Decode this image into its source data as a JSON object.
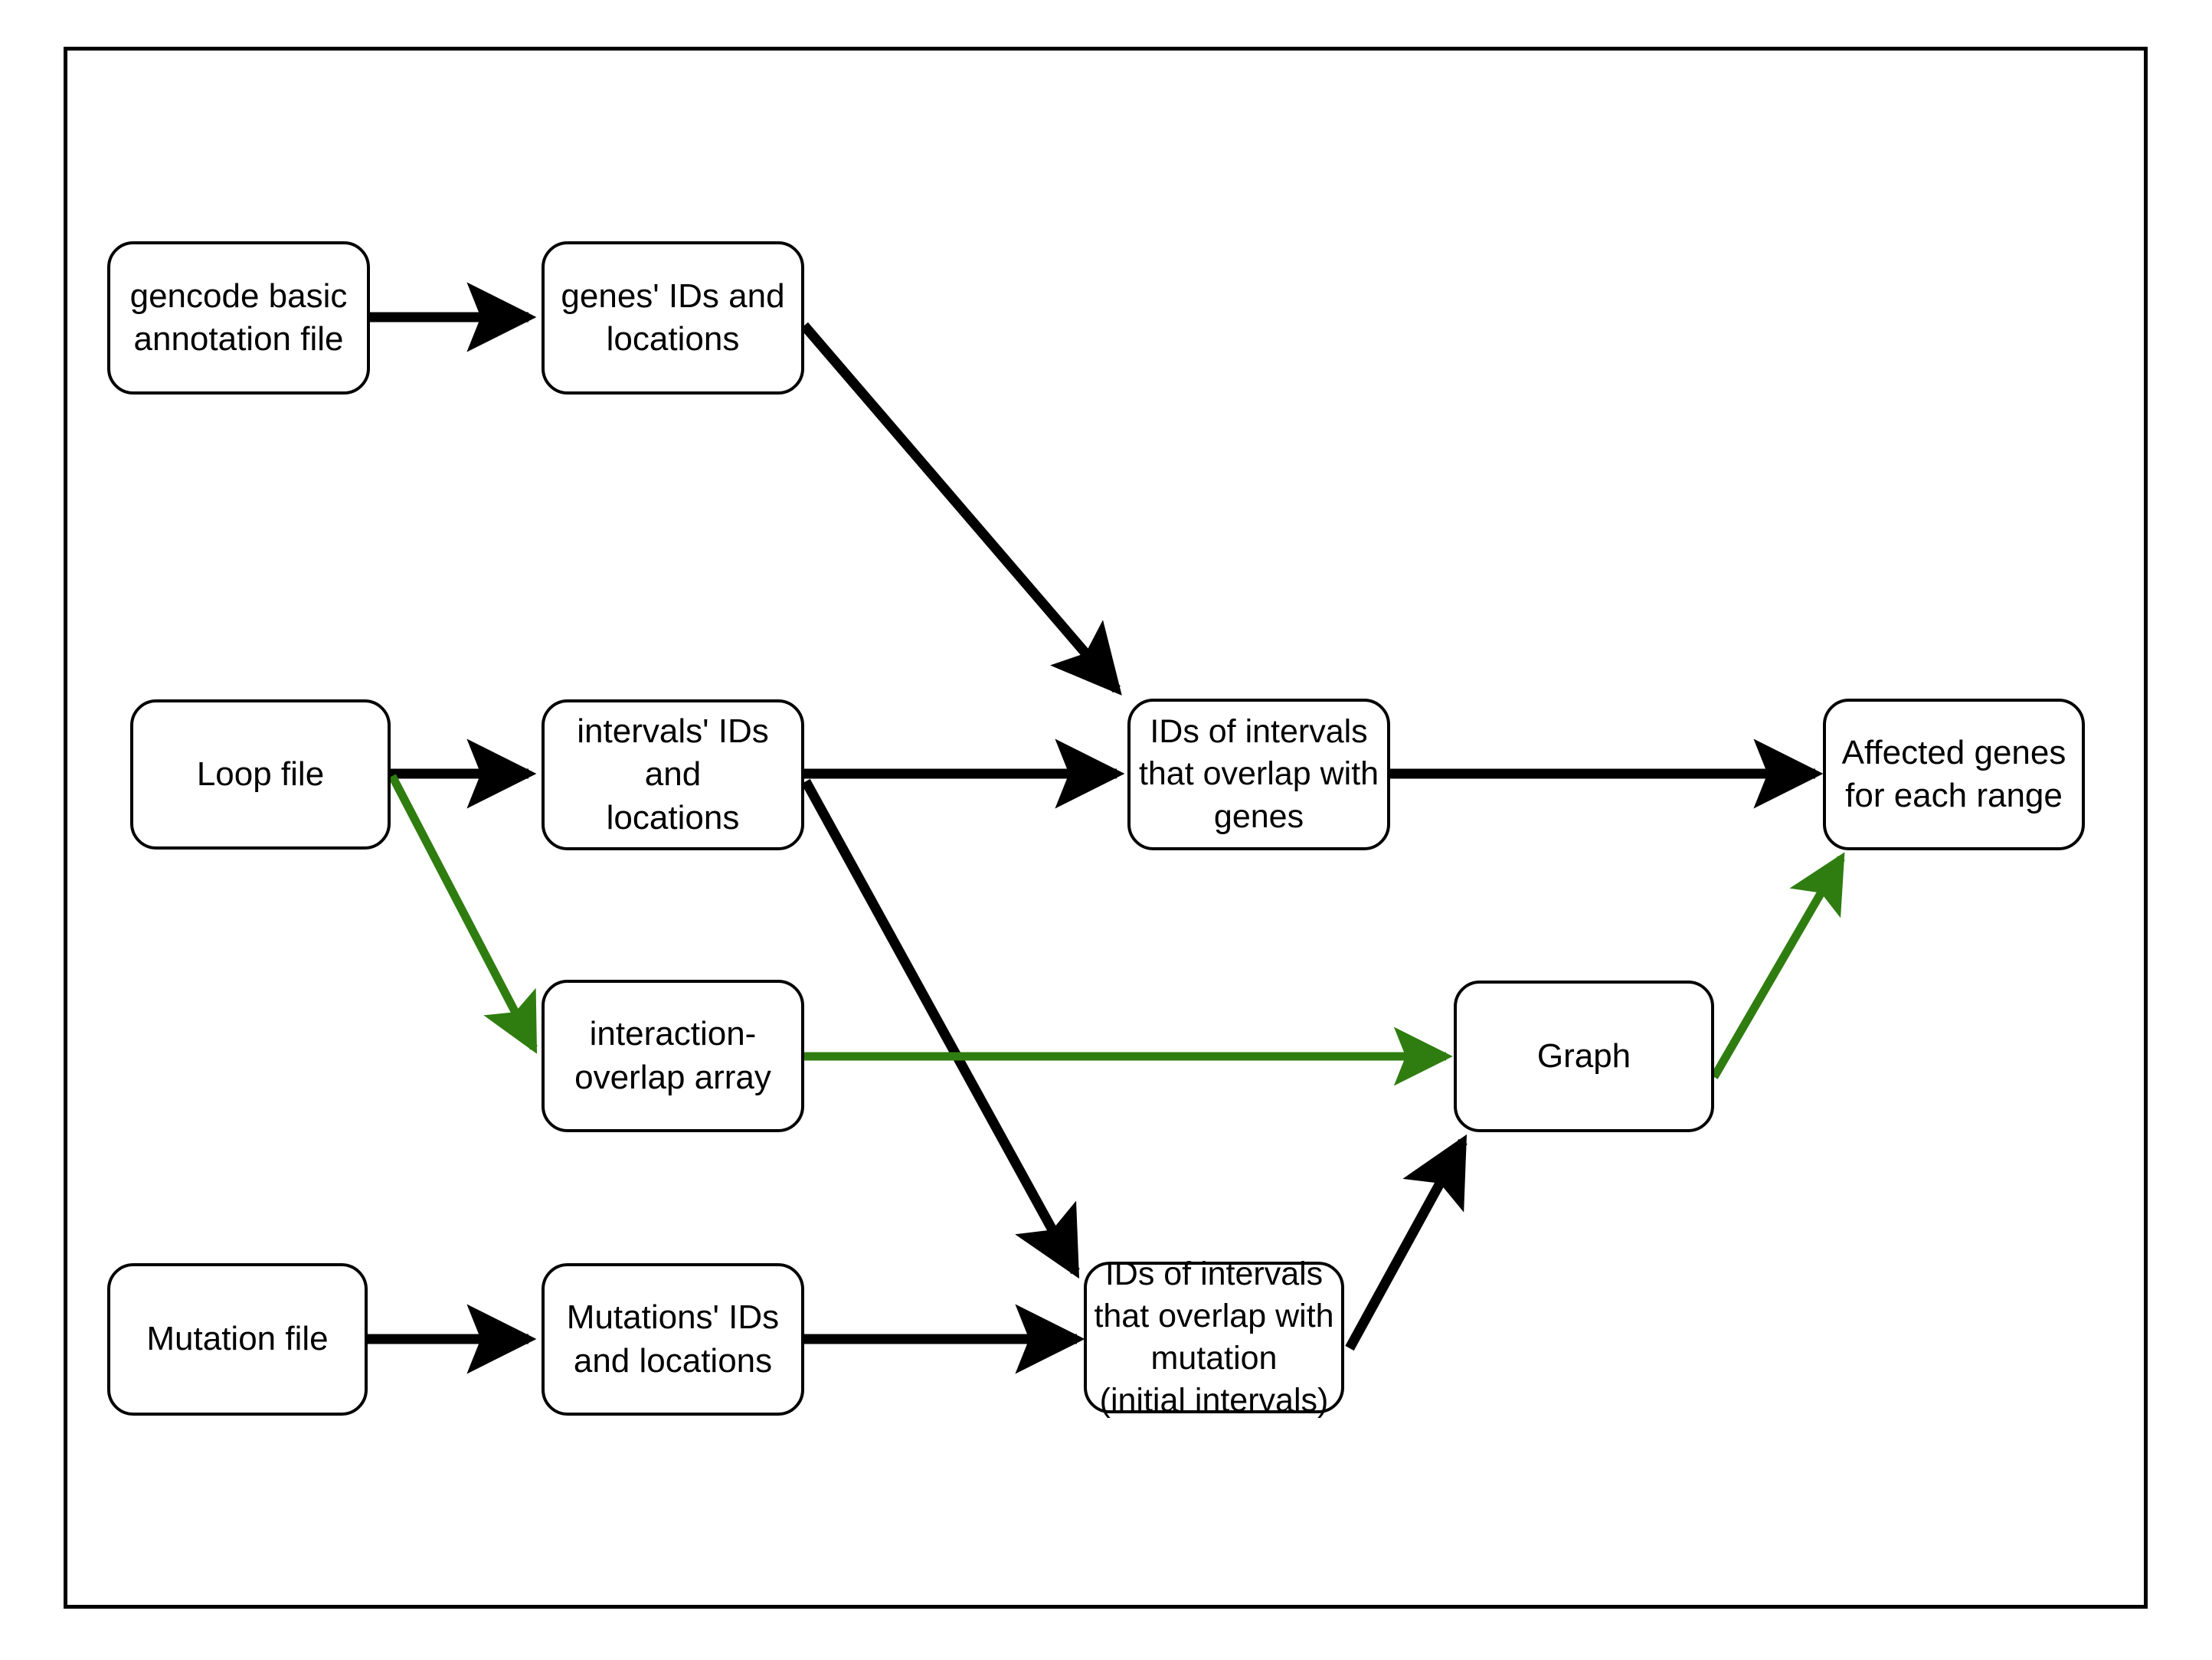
{
  "diagram": {
    "title": "Gene-interval overlap pipeline flowchart",
    "background_color": "#ffffff",
    "border_color": "#000000",
    "colors": {
      "black_edge": "#000000",
      "green_edge": "#2f7d10",
      "node_fill": "#ffffff",
      "node_stroke": "#000000",
      "text": "#000000"
    },
    "nodes": [
      {
        "id": "gencode",
        "label": "gencode basic\nannotation file"
      },
      {
        "id": "genes",
        "label": "genes' IDs and\nlocations"
      },
      {
        "id": "loop",
        "label": "Loop file"
      },
      {
        "id": "intervals",
        "label": "intervals' IDs and\nlocations"
      },
      {
        "id": "interaction",
        "label": "interaction-\noverlap array"
      },
      {
        "id": "overlap_genes",
        "label": "IDs of intervals\nthat overlap with\ngenes"
      },
      {
        "id": "affected",
        "label": "Affected genes\nfor each range"
      },
      {
        "id": "graph",
        "label": "Graph"
      },
      {
        "id": "mutation",
        "label": "Mutation file"
      },
      {
        "id": "mutations_ids",
        "label": "Mutations' IDs\nand locations"
      },
      {
        "id": "overlap_mutation",
        "label": "IDs of intervals\nthat overlap with\nmutation\n(initial intervals)"
      }
    ],
    "edges": [
      {
        "from": "gencode",
        "to": "genes",
        "color": "black"
      },
      {
        "from": "genes",
        "to": "overlap_genes",
        "color": "black"
      },
      {
        "from": "loop",
        "to": "intervals",
        "color": "black"
      },
      {
        "from": "loop",
        "to": "interaction",
        "color": "green"
      },
      {
        "from": "intervals",
        "to": "overlap_genes",
        "color": "black"
      },
      {
        "from": "intervals",
        "to": "overlap_mutation",
        "color": "black"
      },
      {
        "from": "interaction",
        "to": "graph",
        "color": "green"
      },
      {
        "from": "overlap_genes",
        "to": "affected",
        "color": "black"
      },
      {
        "from": "mutation",
        "to": "mutations_ids",
        "color": "black"
      },
      {
        "from": "mutations_ids",
        "to": "overlap_mutation",
        "color": "black"
      },
      {
        "from": "overlap_mutation",
        "to": "graph",
        "color": "black"
      },
      {
        "from": "graph",
        "to": "affected",
        "color": "green"
      }
    ]
  }
}
